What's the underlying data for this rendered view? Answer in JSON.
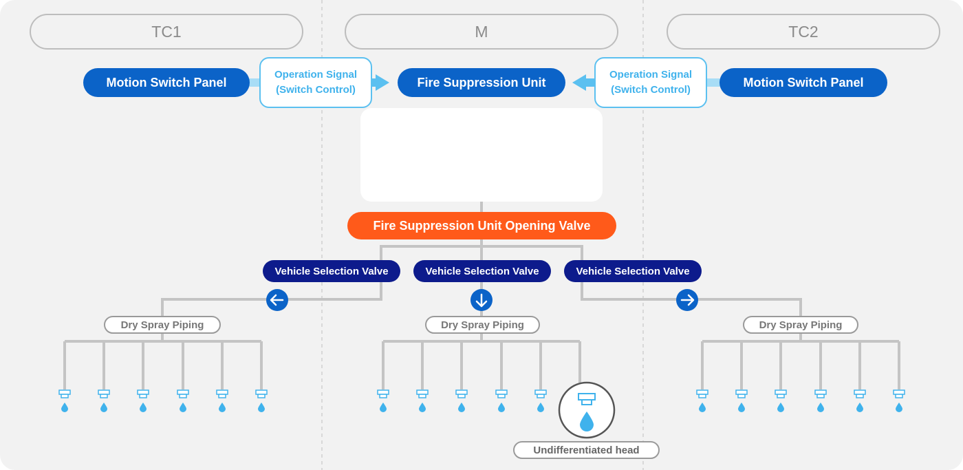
{
  "sections": [
    {
      "label": "TC1"
    },
    {
      "label": "M"
    },
    {
      "label": "TC2"
    }
  ],
  "top_row": {
    "left_panel": "Motion Switch Panel",
    "left_signal": "Operation Signal (Switch Control)",
    "unit": "Fire Suppression Unit",
    "right_signal": "Operation Signal (Switch Control)",
    "right_panel": "Motion Switch Panel"
  },
  "tanks": [
    {
      "color": "#b9c1d4",
      "kind": "gray"
    },
    {
      "color": "#b9c1d4",
      "kind": "gray"
    },
    {
      "color": "#f07a34",
      "kind": "orange"
    }
  ],
  "opening_valve": "Fire Suppression Unit Opening Valve",
  "selection_valves": [
    {
      "label": "Vehicle Selection Valve",
      "direction": "left"
    },
    {
      "label": "Vehicle Selection Valve",
      "direction": "down"
    },
    {
      "label": "Vehicle Selection Valve",
      "direction": "right"
    }
  ],
  "piping": [
    {
      "label": "Dry Spray Piping"
    },
    {
      "label": "Dry Spray Piping"
    },
    {
      "label": "Dry Spray Piping"
    }
  ],
  "undifferentiated_head": "Undifferentiated head",
  "colors": {
    "background": "#f2f2f2",
    "panel_blue": "#0b63c8",
    "signal_cyan": "#5bc0f0",
    "valve_orange": "#ff5a1a",
    "selection_navy": "#0d1b8c",
    "pipe_gray": "#c4c4c4",
    "water_blue": "#3fb2ec"
  }
}
